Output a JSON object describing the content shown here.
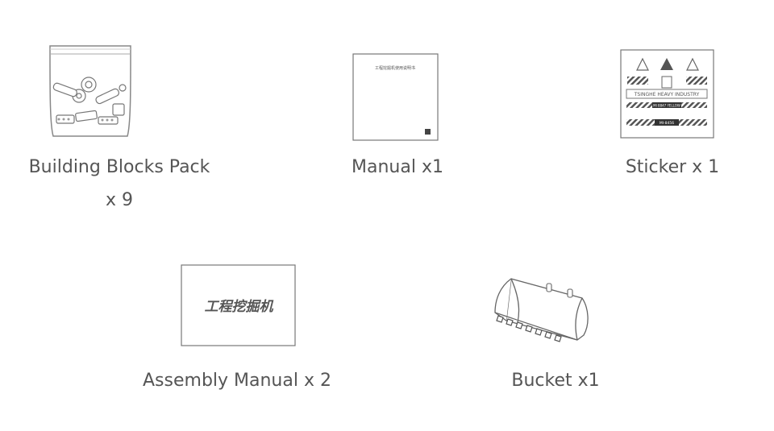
{
  "items": [
    {
      "label_line1": "Building Blocks Pack",
      "label_line2": "x 9",
      "icon": "bag-of-building-blocks-icon"
    },
    {
      "label": "Manual x1",
      "icon": "manual-booklet-icon",
      "cover_text": "工程挖掘机使用说明书",
      "logo": "mi"
    },
    {
      "label": "Sticker x 1",
      "icon": "sticker-sheet-icon",
      "sticker_text": "TSINGHE HEAVY INDUSTRY",
      "sticker_code_a": "MI 8847 YELLOW",
      "sticker_code_b": "MI-8456"
    },
    {
      "label": "Assembly Manual x 2",
      "icon": "assembly-manual-icon",
      "cover_title": "工程挖掘机"
    },
    {
      "label": "Bucket x1",
      "icon": "excavator-bucket-icon"
    }
  ],
  "colors": {
    "text": "#555555",
    "line": "#777777",
    "background": "#ffffff"
  }
}
